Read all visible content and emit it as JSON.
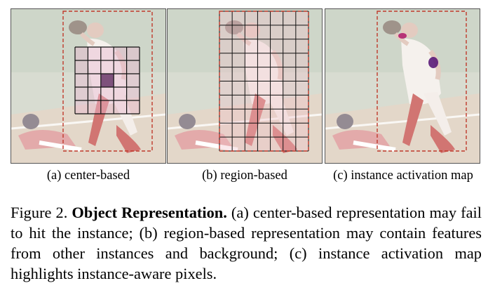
{
  "panels": [
    {
      "id": "a",
      "caption": "(a) center-based"
    },
    {
      "id": "b",
      "caption": "(b) region-based"
    },
    {
      "id": "c",
      "caption": "(c) instance activation map"
    }
  ],
  "figure": {
    "number": "Figure 2.",
    "title": "Object Representation.",
    "text": " (a) center-based representation may fail to hit the instance; (b) region-based representation may contain features from other instances and background; (c) instance activation map highlights instance-aware pixels."
  },
  "colors": {
    "box": "#c0392b",
    "grid": "#111111",
    "activation": "#7a1a6b",
    "center_cell": "#6a3a6a"
  }
}
